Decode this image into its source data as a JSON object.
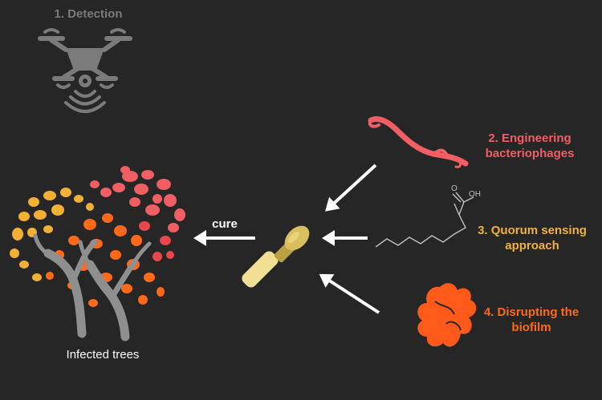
{
  "labels": {
    "detection": "1. Detection",
    "engineering": [
      "2. Engineering",
      "bacteriophages"
    ],
    "quorum": [
      "3. Quorum sensing",
      "approach"
    ],
    "disrupting": [
      "4. Disrupting the",
      "biofilm"
    ],
    "cure": "cure",
    "infected_trees": "Infected trees",
    "oh": "OH",
    "carbonyl_o": "O"
  },
  "colors": {
    "background": "#262626",
    "detection": "#7b7b7b",
    "engineering": "#ef5f63",
    "quorum": "#f2b13a",
    "disrupting": "#ff6a1a",
    "arrow": "#ffffff",
    "dropper": "#d9bf5e",
    "trunk": "#8f8f8f"
  },
  "icons": [
    "drone-icon",
    "bacteriophage-icon",
    "molecule-icon",
    "biofilm-icon",
    "dropper-icon",
    "tree-icon"
  ]
}
